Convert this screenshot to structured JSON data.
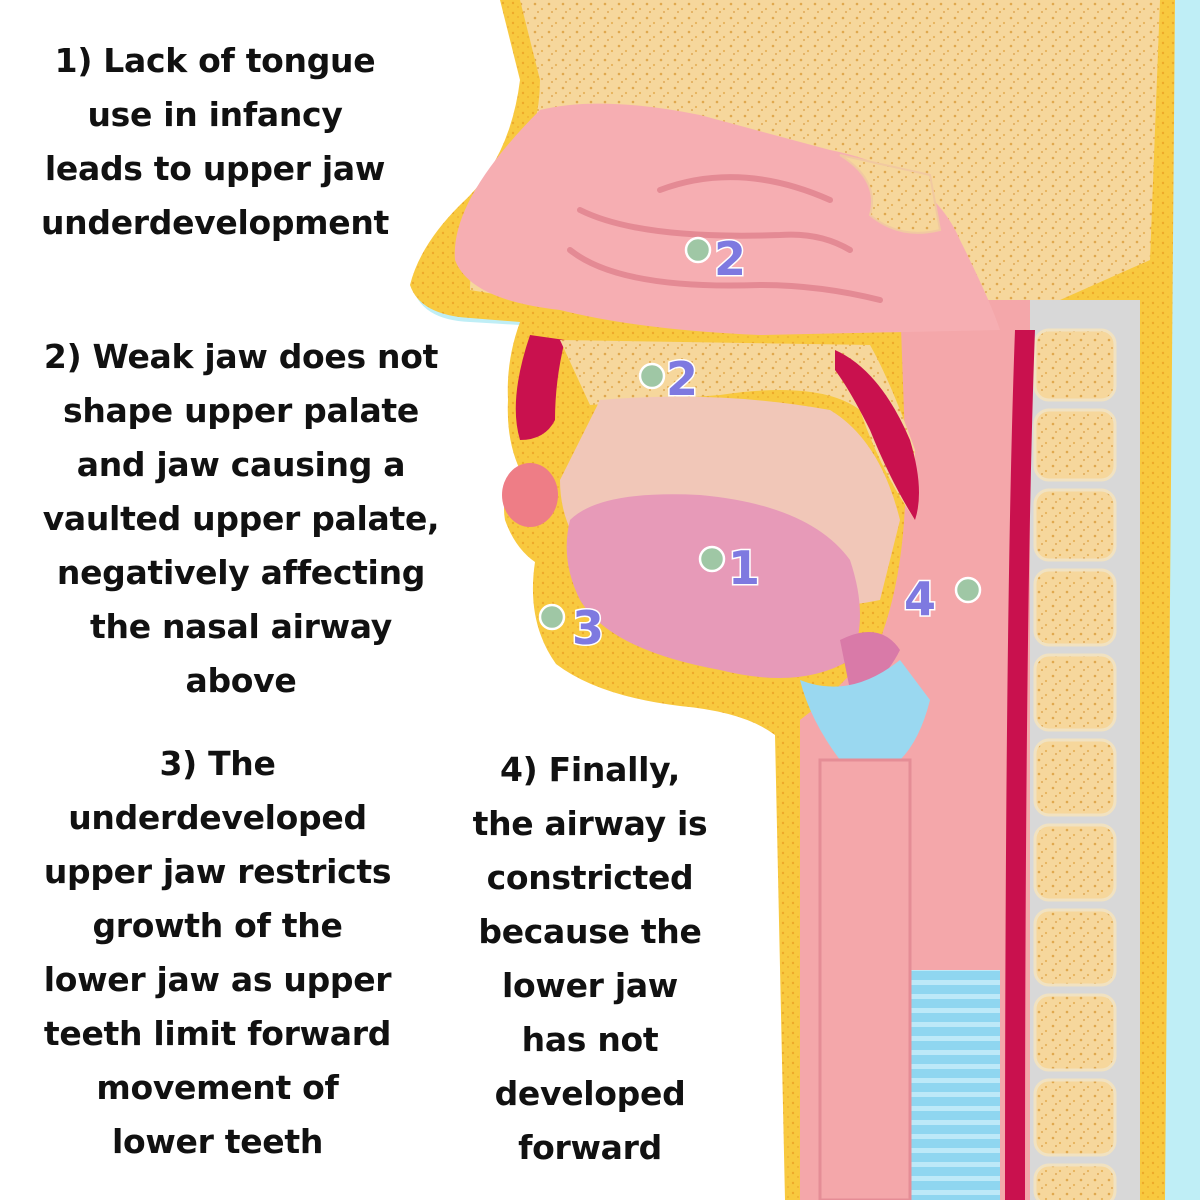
{
  "captions": {
    "step1": {
      "lines": [
        "1) Lack of tongue",
        "use in infancy",
        "leads to upper jaw",
        "underdevelopment"
      ]
    },
    "step2": {
      "lines": [
        "2) Weak jaw does not",
        "shape upper palate",
        "and jaw causing a",
        "vaulted upper palate,",
        "negatively affecting",
        "the nasal airway",
        "above"
      ]
    },
    "step3": {
      "lines": [
        "3) The",
        "underdeveloped",
        "upper jaw restricts",
        "growth of the",
        "lower jaw as upper",
        "teeth limit forward",
        "movement of",
        "lower teeth"
      ]
    },
    "step4": {
      "lines": [
        "4) Finally,",
        "the airway is",
        "constricted",
        "because the",
        "lower jaw",
        "has not",
        "developed",
        "forward"
      ]
    }
  },
  "markers": {
    "nasal": "2",
    "palate": "2",
    "tongue": "1",
    "jaw": "3",
    "airway": "4"
  },
  "colors": {
    "skin": "#f4d4a6",
    "bone": "#f6d79c",
    "fat": "#f7c33f",
    "mucosa": "#f2a3a8",
    "cavity": "#f8c6c4",
    "tongue": "#e79ab8",
    "artery": "#c9114e",
    "trachea": "#8fd6f0",
    "marker_dot": "#9fc7a5",
    "marker_number": "#7e79e0"
  }
}
